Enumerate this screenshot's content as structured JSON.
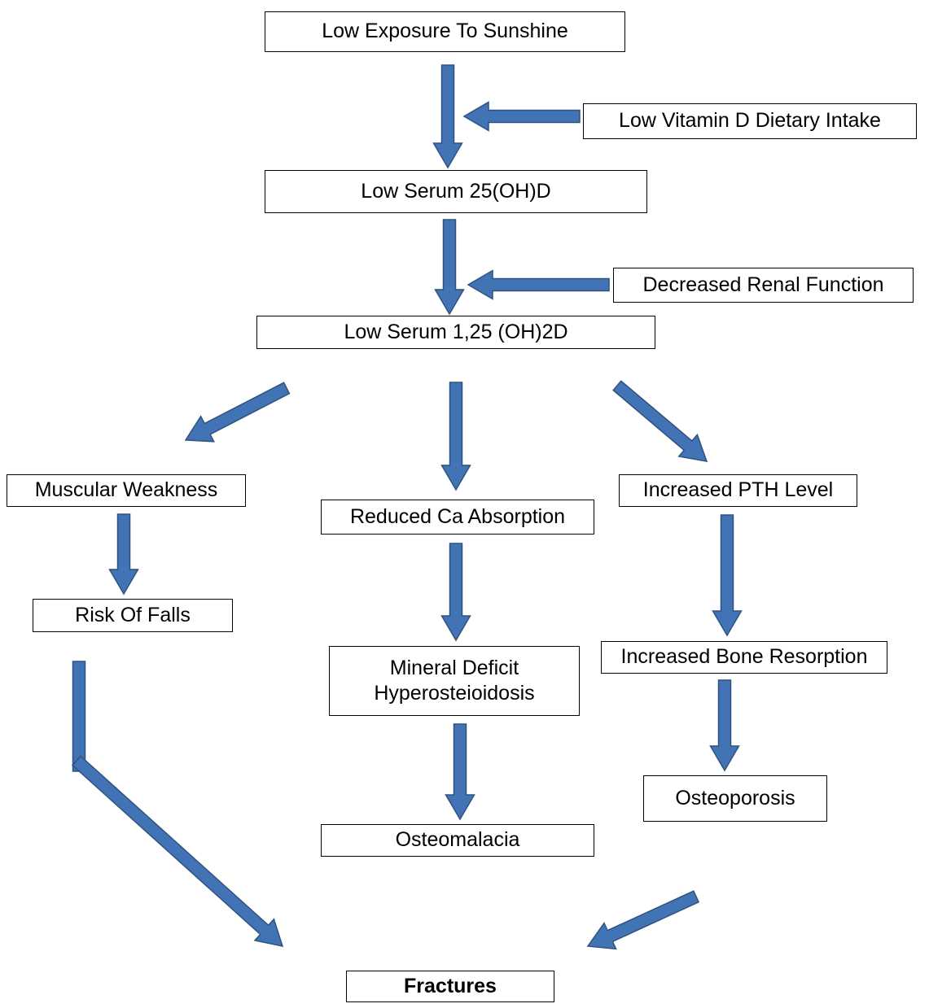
{
  "diagram": {
    "nodes": {
      "sunshine": {
        "label": "Low Exposure To Sunshine"
      },
      "dietary": {
        "label": "Low Vitamin D Dietary Intake"
      },
      "serum25": {
        "label": "Low Serum 25(OH)D"
      },
      "renal": {
        "label": "Decreased Renal Function"
      },
      "serum125": {
        "label": "Low Serum 1,25 (OH)2D"
      },
      "muscular": {
        "label": "Muscular Weakness"
      },
      "falls": {
        "label": "Risk Of Falls"
      },
      "reduced_ca": {
        "label": "Reduced Ca Absorption"
      },
      "mineral": {
        "line1": "Mineral Deficit",
        "line2": "Hyperosteioidosis"
      },
      "osteomalacia": {
        "label": "Osteomalacia"
      },
      "pth": {
        "label": "Increased PTH Level"
      },
      "resorption": {
        "label": "Increased Bone Resorption"
      },
      "osteoporosis": {
        "label": "Osteoporosis"
      },
      "fractures": {
        "label": "Fractures"
      }
    },
    "colors": {
      "arrow_fill": "#4273B4",
      "arrow_stroke": "#2F5380",
      "box_border": "#000000",
      "box_fill": "#FFFFFF"
    }
  }
}
